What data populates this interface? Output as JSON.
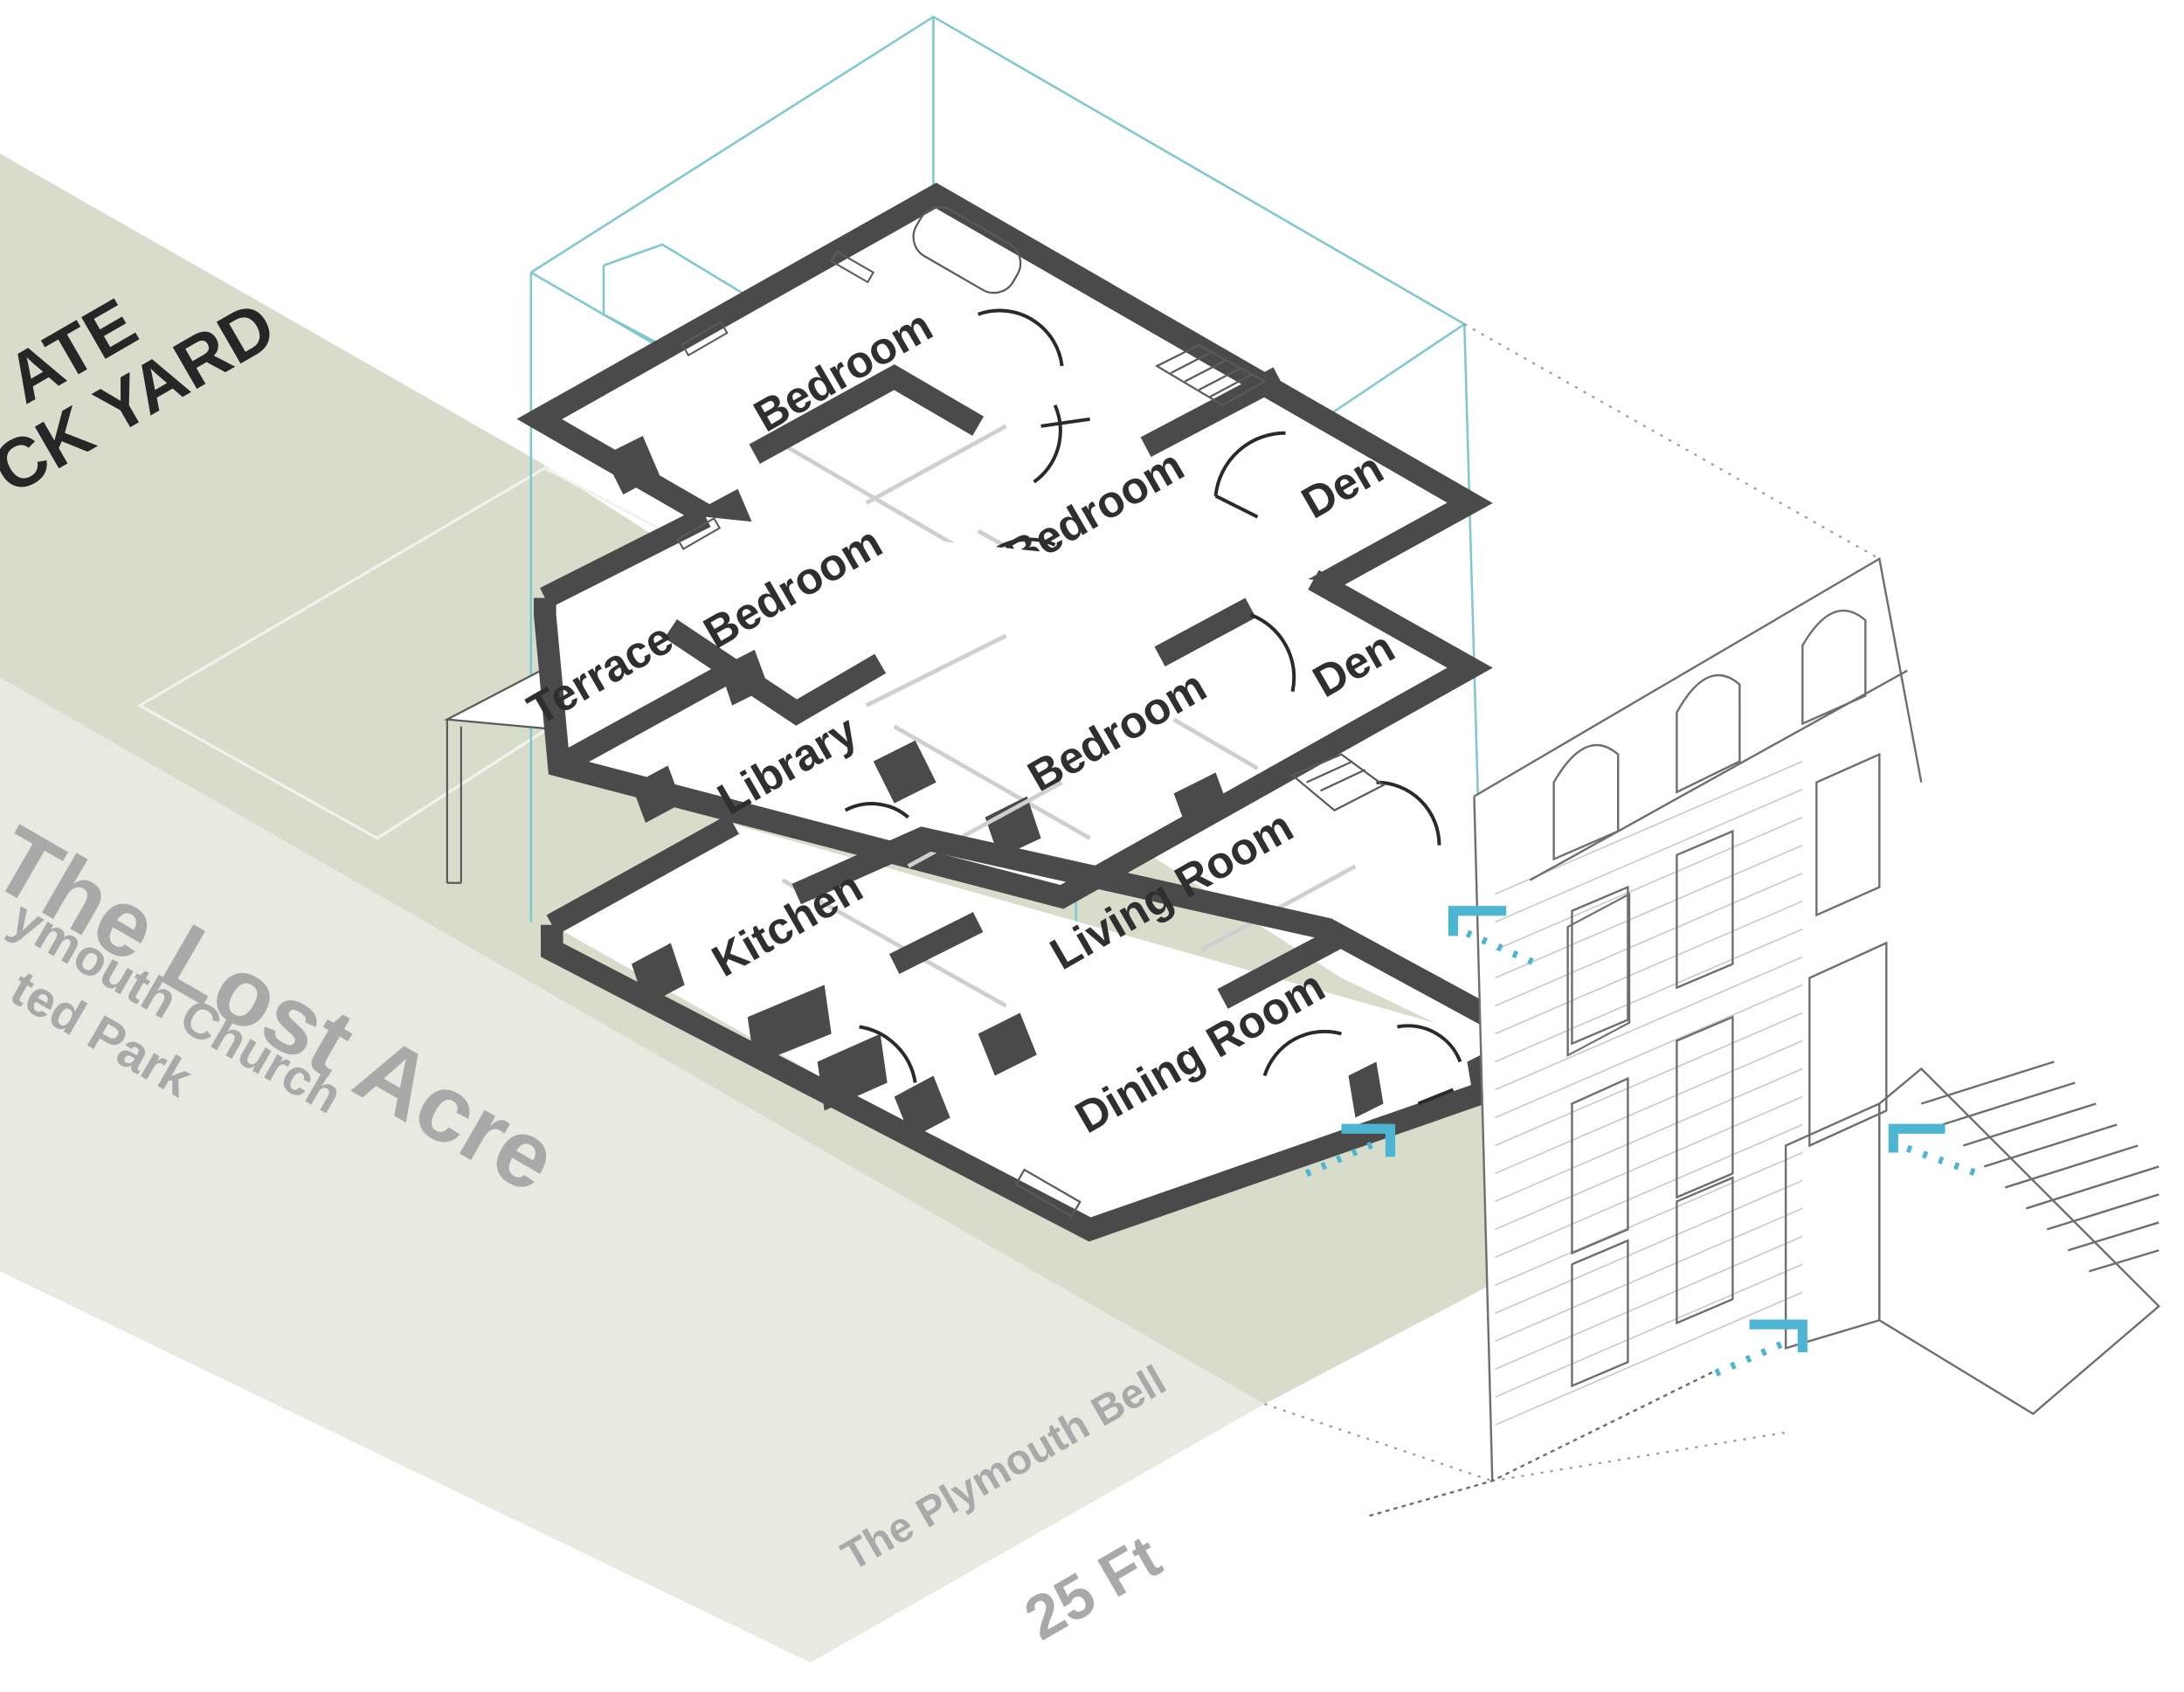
{
  "ground": {
    "yard_line1": "ATE",
    "yard_line2": "CK YARD",
    "park_title": "The Lost Acre",
    "park_line1": "ymouth Church",
    "park_line2": "ted Park",
    "bell_label": "The Plymouth Bell",
    "width_label": "25 Ft"
  },
  "floors": {
    "top": {
      "rooms": [
        "Bedroom",
        "Bedroom",
        "Den"
      ]
    },
    "middle": {
      "rooms": [
        "Terrace",
        "Bedroom",
        "Library",
        "Bedroom",
        "Den"
      ]
    },
    "ground_floor": {
      "rooms": [
        "Kitchen",
        "Living Room",
        "Dining Room"
      ]
    }
  },
  "colors": {
    "ground_dark": "#d8dcca",
    "ground_light": "#e8e9e1",
    "wall": "#4a4a4a",
    "section_marker": "#4cb6d2",
    "frame": "#7fc8d0",
    "label_grey": "#a9a9a9"
  },
  "icons": [
    "section-marker-icon",
    "bathtub-icon",
    "stair-icon",
    "radiator-icon"
  ]
}
